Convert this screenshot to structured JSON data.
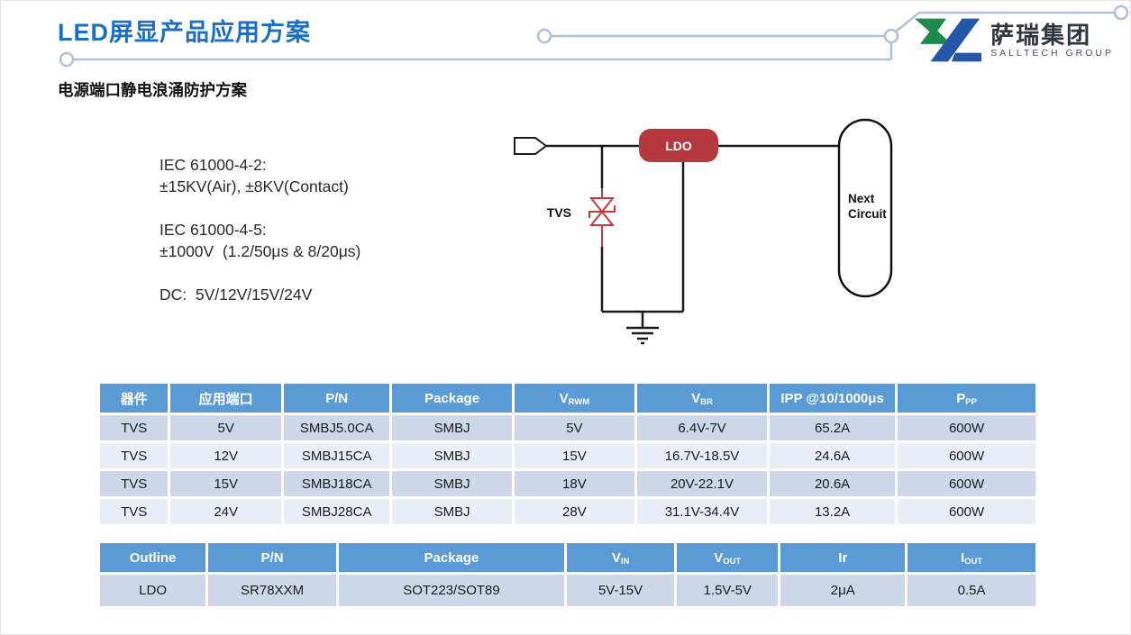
{
  "header": {
    "title": "LED屏显产品应用方案",
    "section_title": "电源端口静电浪涌防护方案",
    "logo": {
      "cn": "萨瑞集团",
      "en": "SALLTECH GROUP"
    }
  },
  "specs": {
    "esd_title": "IEC 61000-4-2:",
    "esd_value": "±15KV(Air), ±8KV(Contact)",
    "surge_title": "IEC 61000-4-5:",
    "surge_value": "±1000V  (1.2/50μs & 8/20μs)",
    "dc_value": "DC:  5V/12V/15V/24V"
  },
  "circuit": {
    "tvs_label": "TVS",
    "ldo_label": "LDO",
    "next_line1": "Next",
    "next_line2": "Circuit"
  },
  "colors": {
    "accent_blue": "#1a6fc5",
    "table_header_blue": "#5b9bd5",
    "stripe_dark": "#cdd7e9",
    "stripe_light": "#e9edf6",
    "ldo_red": "#b5383f",
    "tvs_red": "#c0393f",
    "deco_line": "#b3bfd7",
    "logo_green": "#1e8a4d",
    "logo_blue": "#2457a8"
  },
  "tables": {
    "tvs": {
      "headers": [
        {
          "main": "器件",
          "sub": ""
        },
        {
          "main": "应用端口",
          "sub": ""
        },
        {
          "main": "P/N",
          "sub": ""
        },
        {
          "main": "Package",
          "sub": ""
        },
        {
          "main": "V",
          "sub": "RWM"
        },
        {
          "main": "V",
          "sub": "BR"
        },
        {
          "main": "IPP @10/1000μs",
          "sub": ""
        },
        {
          "main": "P",
          "sub": "PP"
        }
      ],
      "rows": [
        [
          "TVS",
          "5V",
          "SMBJ5.0CA",
          "SMBJ",
          "5V",
          "6.4V-7V",
          "65.2A",
          "600W"
        ],
        [
          "TVS",
          "12V",
          "SMBJ15CA",
          "SMBJ",
          "15V",
          "16.7V-18.5V",
          "24.6A",
          "600W"
        ],
        [
          "TVS",
          "15V",
          "SMBJ18CA",
          "SMBJ",
          "18V",
          "20V-22.1V",
          "20.6A",
          "600W"
        ],
        [
          "TVS",
          "24V",
          "SMBJ28CA",
          "SMBJ",
          "28V",
          "31.1V-34.4V",
          "13.2A",
          "600W"
        ]
      ]
    },
    "ldo": {
      "headers": [
        {
          "main": "Outline",
          "sub": ""
        },
        {
          "main": "P/N",
          "sub": ""
        },
        {
          "main": "Package",
          "sub": ""
        },
        {
          "main": "V",
          "sub": "IN"
        },
        {
          "main": "V",
          "sub": "OUT"
        },
        {
          "main": "Ir",
          "sub": ""
        },
        {
          "main": "I",
          "sub": "OUT"
        }
      ],
      "rows": [
        [
          "LDO",
          "SR78XXM",
          "SOT223/SOT89",
          "5V-15V",
          "1.5V-5V",
          "2μA",
          "0.5A"
        ]
      ]
    }
  }
}
